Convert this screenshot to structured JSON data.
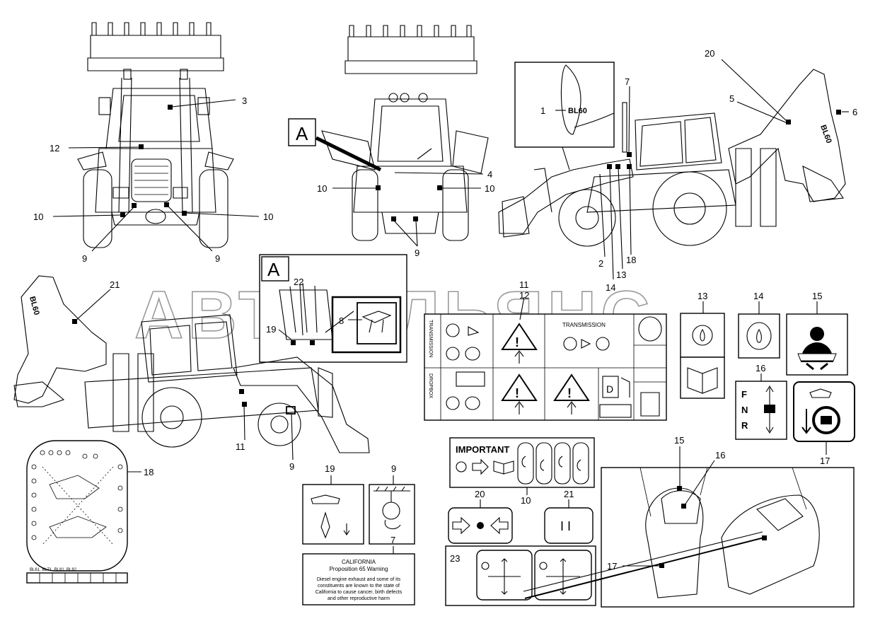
{
  "watermark": "АВТОАЛЬЯНС",
  "callouts": {
    "c1": "1",
    "c2": "2",
    "c3": "3",
    "c4": "4",
    "c5": "5",
    "c6": "6",
    "c7": "7",
    "c8": "8",
    "c9": "9",
    "c10": "10",
    "c11": "11",
    "c12": "12",
    "c13": "13",
    "c14": "14",
    "c15": "15",
    "c16": "16",
    "c17": "17",
    "c18": "18",
    "c19": "19",
    "c20": "20",
    "c21": "21",
    "c22": "22",
    "c23": "23"
  },
  "detail_label": "A",
  "model_badge": "BL60",
  "decals": {
    "transmission_side": "TRANSMISSION",
    "transmission_head": "TRANSMISSION",
    "dropbox": "DROPBOX",
    "fuel_letter": "D",
    "important_title": "IMPORTANT",
    "pause_mark": "I I",
    "fnr": {
      "f": "F",
      "n": "N",
      "r": "R"
    },
    "california": {
      "title": "CALIFORNIA",
      "subtitle": "Proposition 65 Warning",
      "line1": "Diesel engine exhaust and some of its",
      "line2": "constituents are known to the state of",
      "line3": "California to cause cancer, birth defects",
      "line4": "and other reproductive harm"
    },
    "sheet_footer": "BL61, BL71, BL81, BL82"
  },
  "colors": {
    "ink": "#000000",
    "paper": "#ffffff",
    "watermark": "#9a9a9a"
  }
}
